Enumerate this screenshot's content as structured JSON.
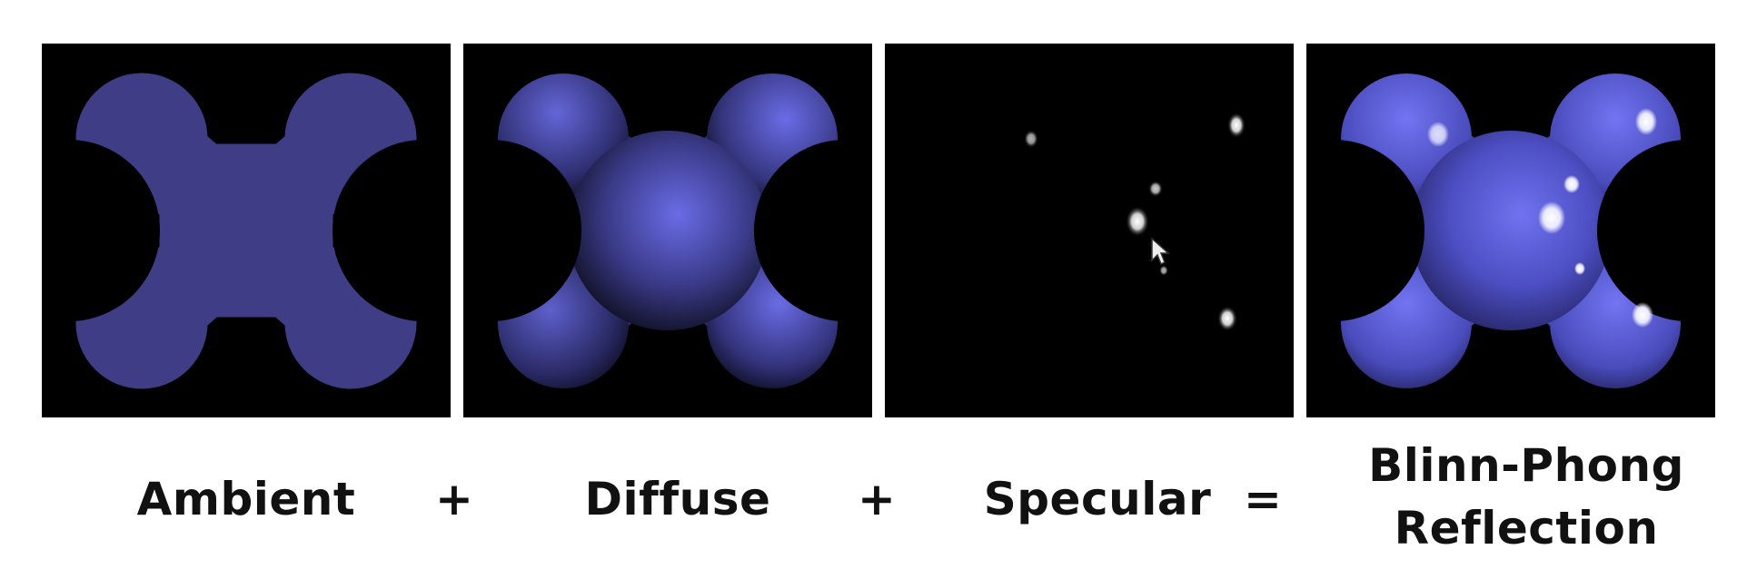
{
  "labels": {
    "ambient": "Ambient",
    "diffuse": "Diffuse",
    "specular": "Specular",
    "blinn_line1": "Blinn-Phong",
    "blinn_line2": "Reflection"
  },
  "operators": {
    "plus1": "+",
    "plus2": "+",
    "equals": "="
  },
  "colors": {
    "panel_bg": "#000000",
    "ambient_fill": "#3e3d85",
    "diffuse_light": "#6a6ce6",
    "diffuse_dark": "#13132c",
    "highlight": "#ffffff"
  },
  "icons": {
    "cursor": "mouse-pointer-icon"
  }
}
